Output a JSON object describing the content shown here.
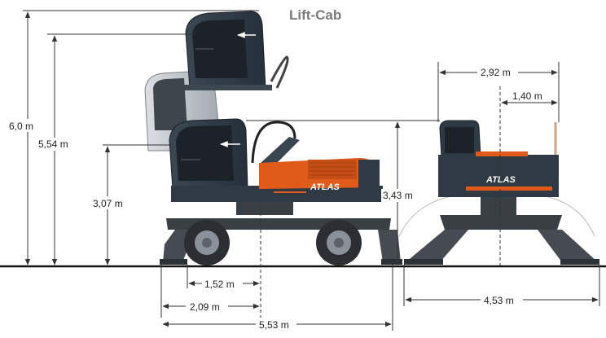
{
  "title": "Lift-Cab",
  "brand": "ATLAS",
  "dimensions": {
    "height_max": "6,0 m",
    "height_cab_raised": "5,54 m",
    "height_cab_lowered": "3,07 m",
    "height_machine": "3,43 m",
    "width_upper": "2,92 m",
    "width_half": "1,40 m",
    "distance_1": "1,52 m",
    "distance_2": "2,09 m",
    "length_total": "5,53 m",
    "width_chassis": "4,53 m"
  },
  "colors": {
    "body": "#2f3a45",
    "accent": "#e05a1a",
    "glass": "#1a1f24",
    "chassis": "#3a3f44"
  },
  "icons": [
    "cab-raise-arrow-icon",
    "cab-lowered-arrow-icon"
  ]
}
